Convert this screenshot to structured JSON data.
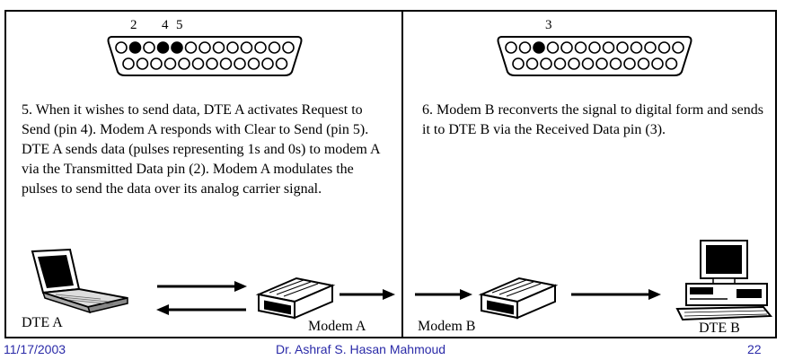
{
  "left_panel": {
    "pin_labels": [
      "2",
      "4",
      "5"
    ],
    "text": "5. When it wishes to send data, DTE A activates Request to Send (pin 4). Modem A responds with Clear to Send (pin 5). DTE A sends data (pulses representing 1s and 0s) to modem A via the Transmitted Data pin (2). Modem A modulates the pulses to send the data over its analog carrier signal.",
    "dte_label": "DTE A",
    "modem_label": "Modem A"
  },
  "right_panel": {
    "pin_labels": [
      "3"
    ],
    "text": "6. Modem B reconverts the signal to digital form and sends it to DTE B via the Received Data pin (3).",
    "modem_label": "Modem B",
    "dte_label": "DTE B"
  },
  "footer": {
    "date": "11/17/2003",
    "author": "Dr. Ashraf S. Hasan Mahmoud",
    "page_number": "22"
  },
  "colors": {
    "footer_text": "#2a2aa8",
    "ink": "#000000"
  }
}
